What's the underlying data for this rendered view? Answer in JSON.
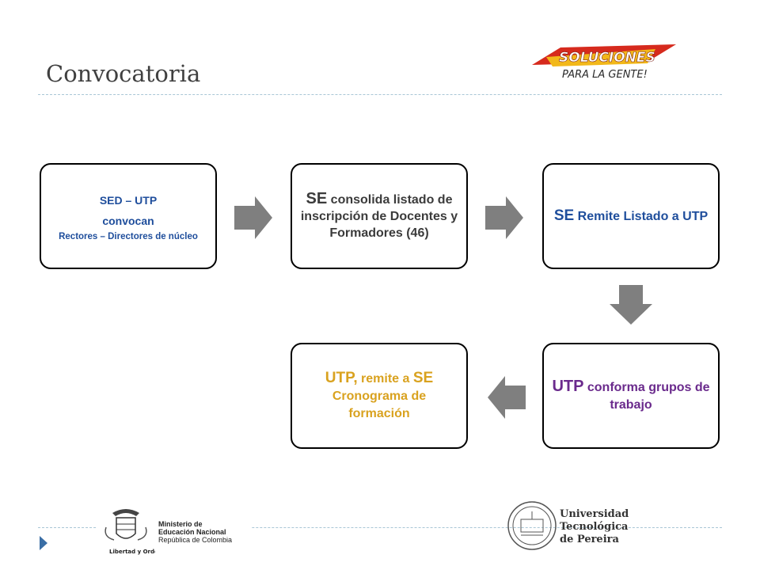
{
  "header": {
    "title": "Convocatoria"
  },
  "logos": {
    "soluciones": {
      "main": "SOLUCIONES",
      "sub": "PARA LA GENTE!"
    },
    "ministerio": {
      "line1": "Ministerio de",
      "line2": "Educación Nacional",
      "line3": "República de Colombia",
      "motto": "Libertad y Orden"
    },
    "utp": {
      "line1": "Universidad",
      "line2": "Tecnológica",
      "line3": "de Pereira"
    }
  },
  "flow": {
    "box1": {
      "line1": "SED – UTP",
      "line2": "convocan",
      "line3": "Rectores – Directores de núcleo"
    },
    "box2": {
      "em": "SE",
      "rest": " consolida listado de inscripción de Docentes y Formadores (46)"
    },
    "box3": {
      "em": "SE",
      "rest": " Remite Listado a UTP"
    },
    "box4": {
      "em": "UTP",
      "rest": " conforma grupos de trabajo"
    },
    "box5": {
      "em1": "UTP,",
      "mid": " remite a ",
      "em2": "SE",
      "rest": " Cronograma de formación"
    }
  },
  "colors": {
    "arrow": "#7f7f7f",
    "blue": "#1f4e9c",
    "purple": "#6a2a8c",
    "gold": "#d9a21f",
    "rule": "#a9c6d6"
  }
}
